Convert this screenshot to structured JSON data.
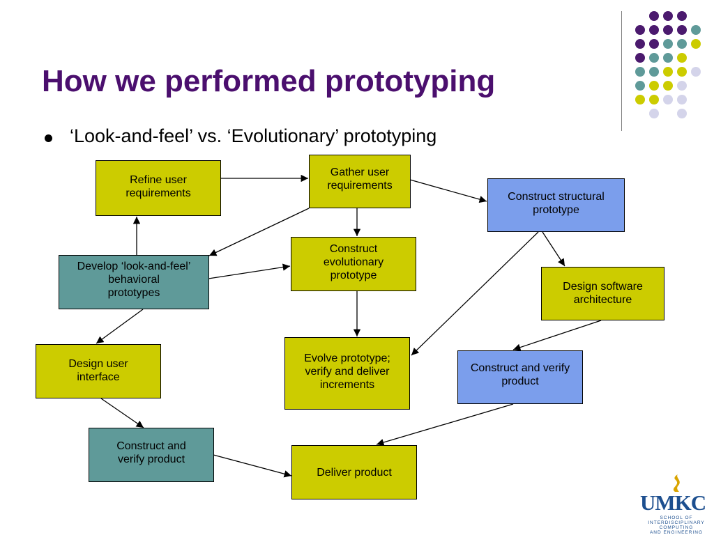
{
  "slide": {
    "title": "How we performed prototyping",
    "bullet": "‘Look-and-feel’ vs. ‘Evolutionary’ prototyping"
  },
  "nodes": {
    "refine": {
      "line1": "Refine user",
      "line2": "requirements"
    },
    "gather": {
      "line1": "Gather user",
      "line2": "requirements"
    },
    "structural": {
      "line1": "Construct structural",
      "line2": "prototype"
    },
    "lookfeel": {
      "line1": "Develop ‘look-and-feel’",
      "line2": "behavioral",
      "line3": "prototypes"
    },
    "evolutionary": {
      "line1": "Construct",
      "line2": "evolutionary",
      "line3": "prototype"
    },
    "architecture": {
      "line1": "Design software",
      "line2": "architecture"
    },
    "ui": {
      "line1": "Design user",
      "line2": "interface"
    },
    "evolve": {
      "line1": "Evolve prototype;",
      "line2": "verify and deliver",
      "line3": "increments"
    },
    "verify_blue": {
      "line1": "Construct and verify",
      "line2": "product"
    },
    "verify_teal": {
      "line1": "Construct and",
      "line2": "verify product"
    },
    "deliver": {
      "line1": "Deliver product"
    }
  },
  "logo": {
    "name": "UMKC",
    "line1": "SCHOOL OF",
    "line2": "INTERDISCIPLINARY",
    "line3": "COMPUTING",
    "line4": "AND ENGINEERING"
  },
  "colors": {
    "title": "#4b0f6e",
    "yellow_box": "#cccc00",
    "teal_box": "#5f9a99",
    "blue_box": "#7b9eec",
    "dot_purple": "#4b1a6e",
    "dot_teal": "#5f9a99",
    "dot_yellow": "#cccc00",
    "dot_lavender": "#d4d4ea"
  }
}
